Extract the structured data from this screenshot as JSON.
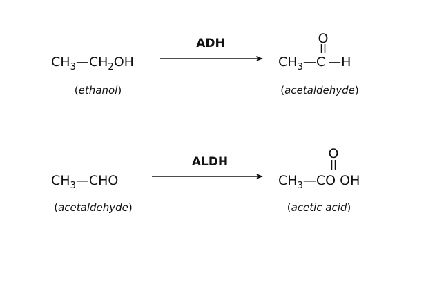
{
  "reactions": [
    {
      "reactant": {
        "parts": [
          "CH",
          "3",
          "—CH",
          "2",
          "OH"
        ],
        "name_open": "(",
        "name": "ethanol",
        "name_close": ")"
      },
      "enzyme": "ADH",
      "product": {
        "parts": [
          "CH",
          "3",
          "—",
          "C",
          "—H"
        ],
        "carbonyl_o": "O",
        "name_open": "(",
        "name": "acetaldehyde",
        "name_close": ")"
      }
    },
    {
      "reactant": {
        "parts": [
          "CH",
          "3",
          "—CHO"
        ],
        "name_open": "(",
        "name": "acetaldehyde",
        "name_close": ")"
      },
      "enzyme": "ALDH",
      "product": {
        "parts": [
          "CH",
          "3",
          "—C",
          "O",
          " OH"
        ],
        "carbonyl_o": "O",
        "name_open": "(",
        "name": "acetic acid",
        "name_close": ")"
      }
    }
  ]
}
